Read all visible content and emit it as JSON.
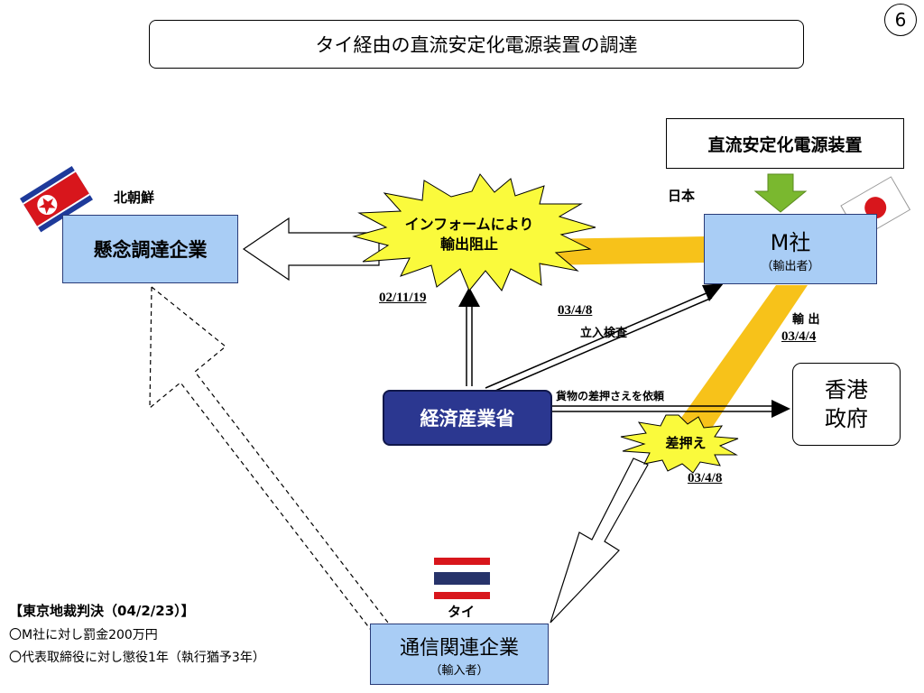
{
  "page_number": "6",
  "title": "タイ経由の直流安定化電源装置の調達",
  "countries": {
    "nk": "北朝鮮",
    "japan": "日本",
    "thai": "タイ"
  },
  "nodes": {
    "concern_company": "懸念調達企業",
    "m_company": "M社",
    "m_company_role": "（輸出者）",
    "product": "直流安定化電源装置",
    "meti": "経済産業省",
    "hk_line1": "香港",
    "hk_line2": "政府",
    "telecom_company": "通信関連企業",
    "telecom_role": "（輸入者）"
  },
  "events": {
    "info_block_line1": "インフォームにより",
    "info_block_line2": "輸出阻止",
    "info_date": "02/11/19",
    "inspection_date": "03/4/8",
    "inspection_label": "立入検査",
    "export_label": "輸 出",
    "export_date": "03/4/4",
    "request_label": "貨物の差押さえを依頼",
    "seizure_label": "差押え",
    "seizure_date": "03/4/8"
  },
  "verdict": {
    "heading": "【東京地裁判決（04/2/23）】",
    "line1": "〇M社に対し罰金200万円",
    "line2": "〇代表取締役に対し懲役1年（執行猶予3年）"
  }
}
